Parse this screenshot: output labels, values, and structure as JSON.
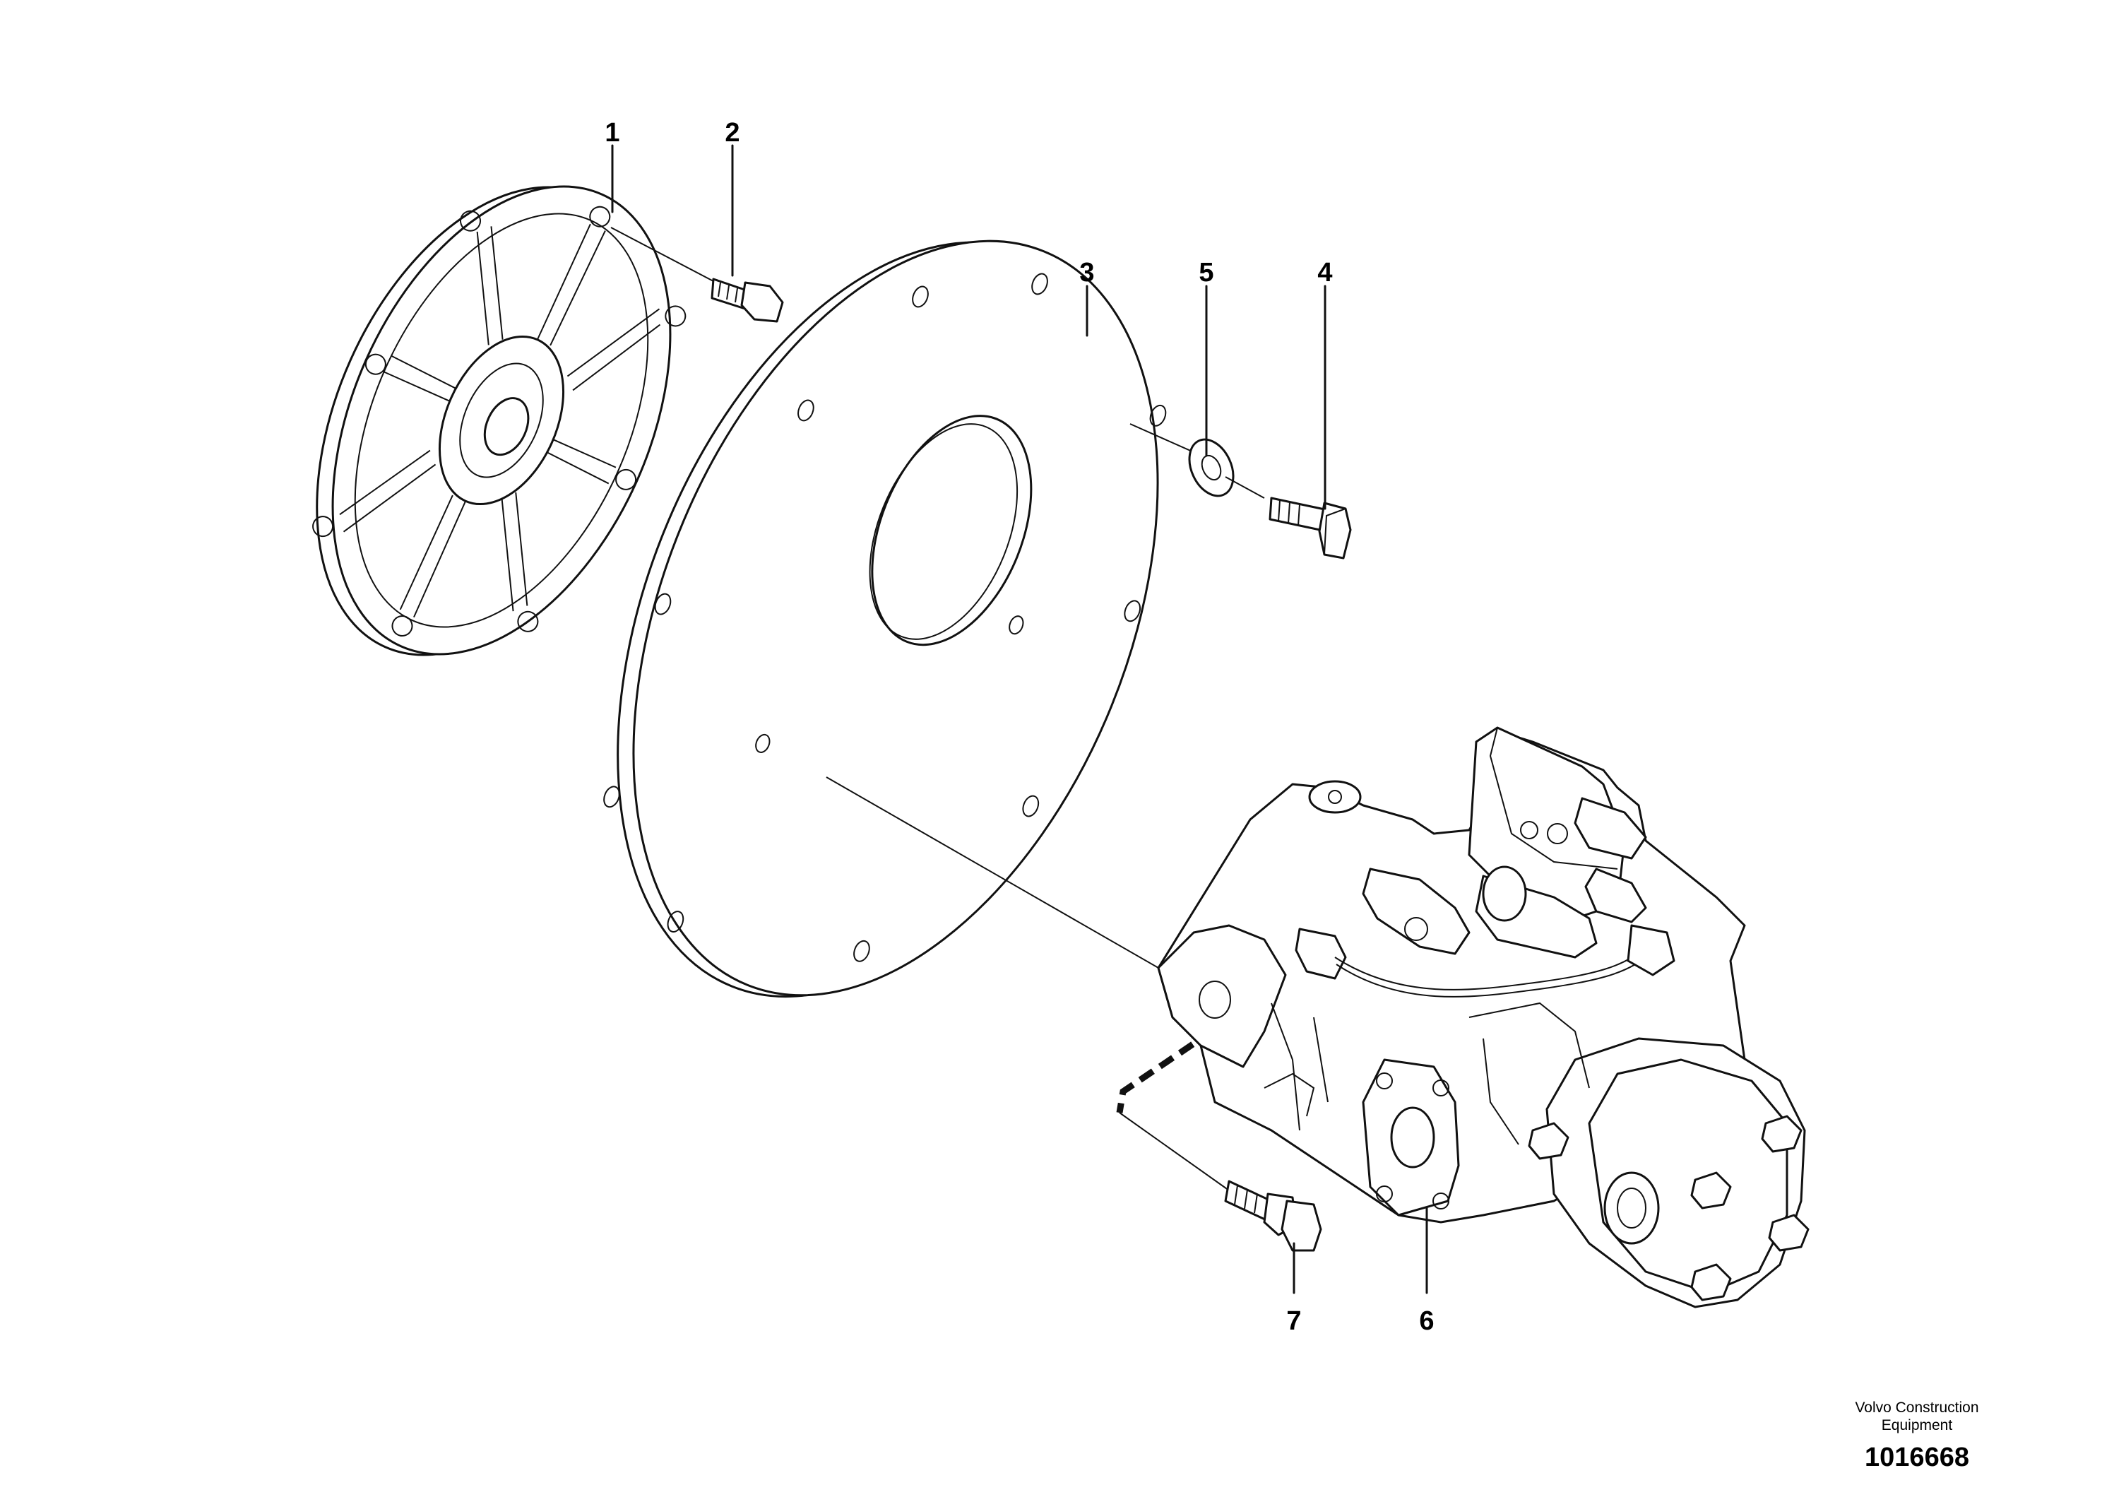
{
  "callouts": {
    "c1": "1",
    "c2": "2",
    "c3": "3",
    "c4": "4",
    "c5": "5",
    "c6": "6",
    "c7": "7"
  },
  "footer": {
    "brand_line1": "Volvo Construction",
    "brand_line2": "Equipment",
    "doc_number": "1016668"
  }
}
